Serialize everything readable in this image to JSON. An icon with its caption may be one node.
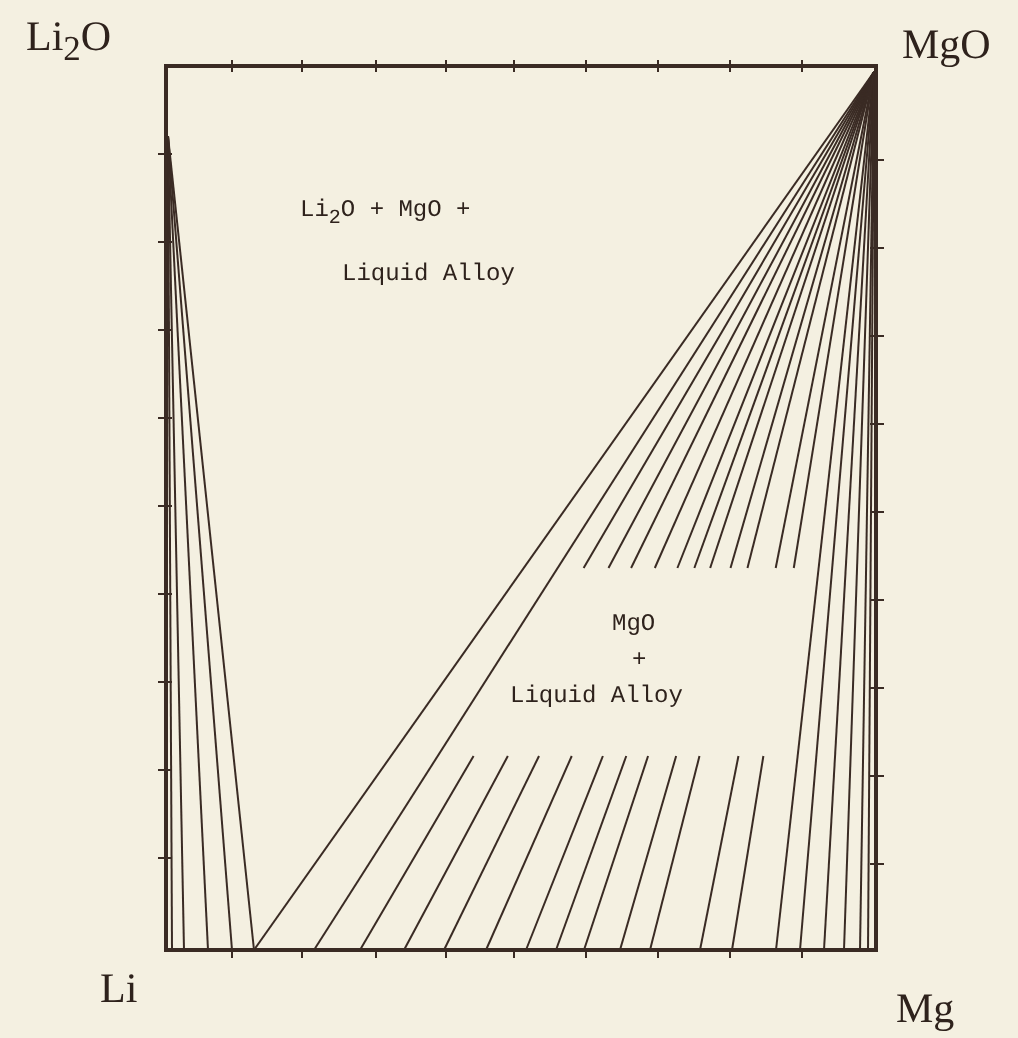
{
  "diagram": {
    "labels": [
      "Li$_{2}$O",
      "MgO",
      "Li$_{2}$O + MgO +",
      "Liquid Alloy",
      "MgO",
      "+",
      "Liquid Alloy",
      "Li",
      "Mg"
    ]
  }
}
